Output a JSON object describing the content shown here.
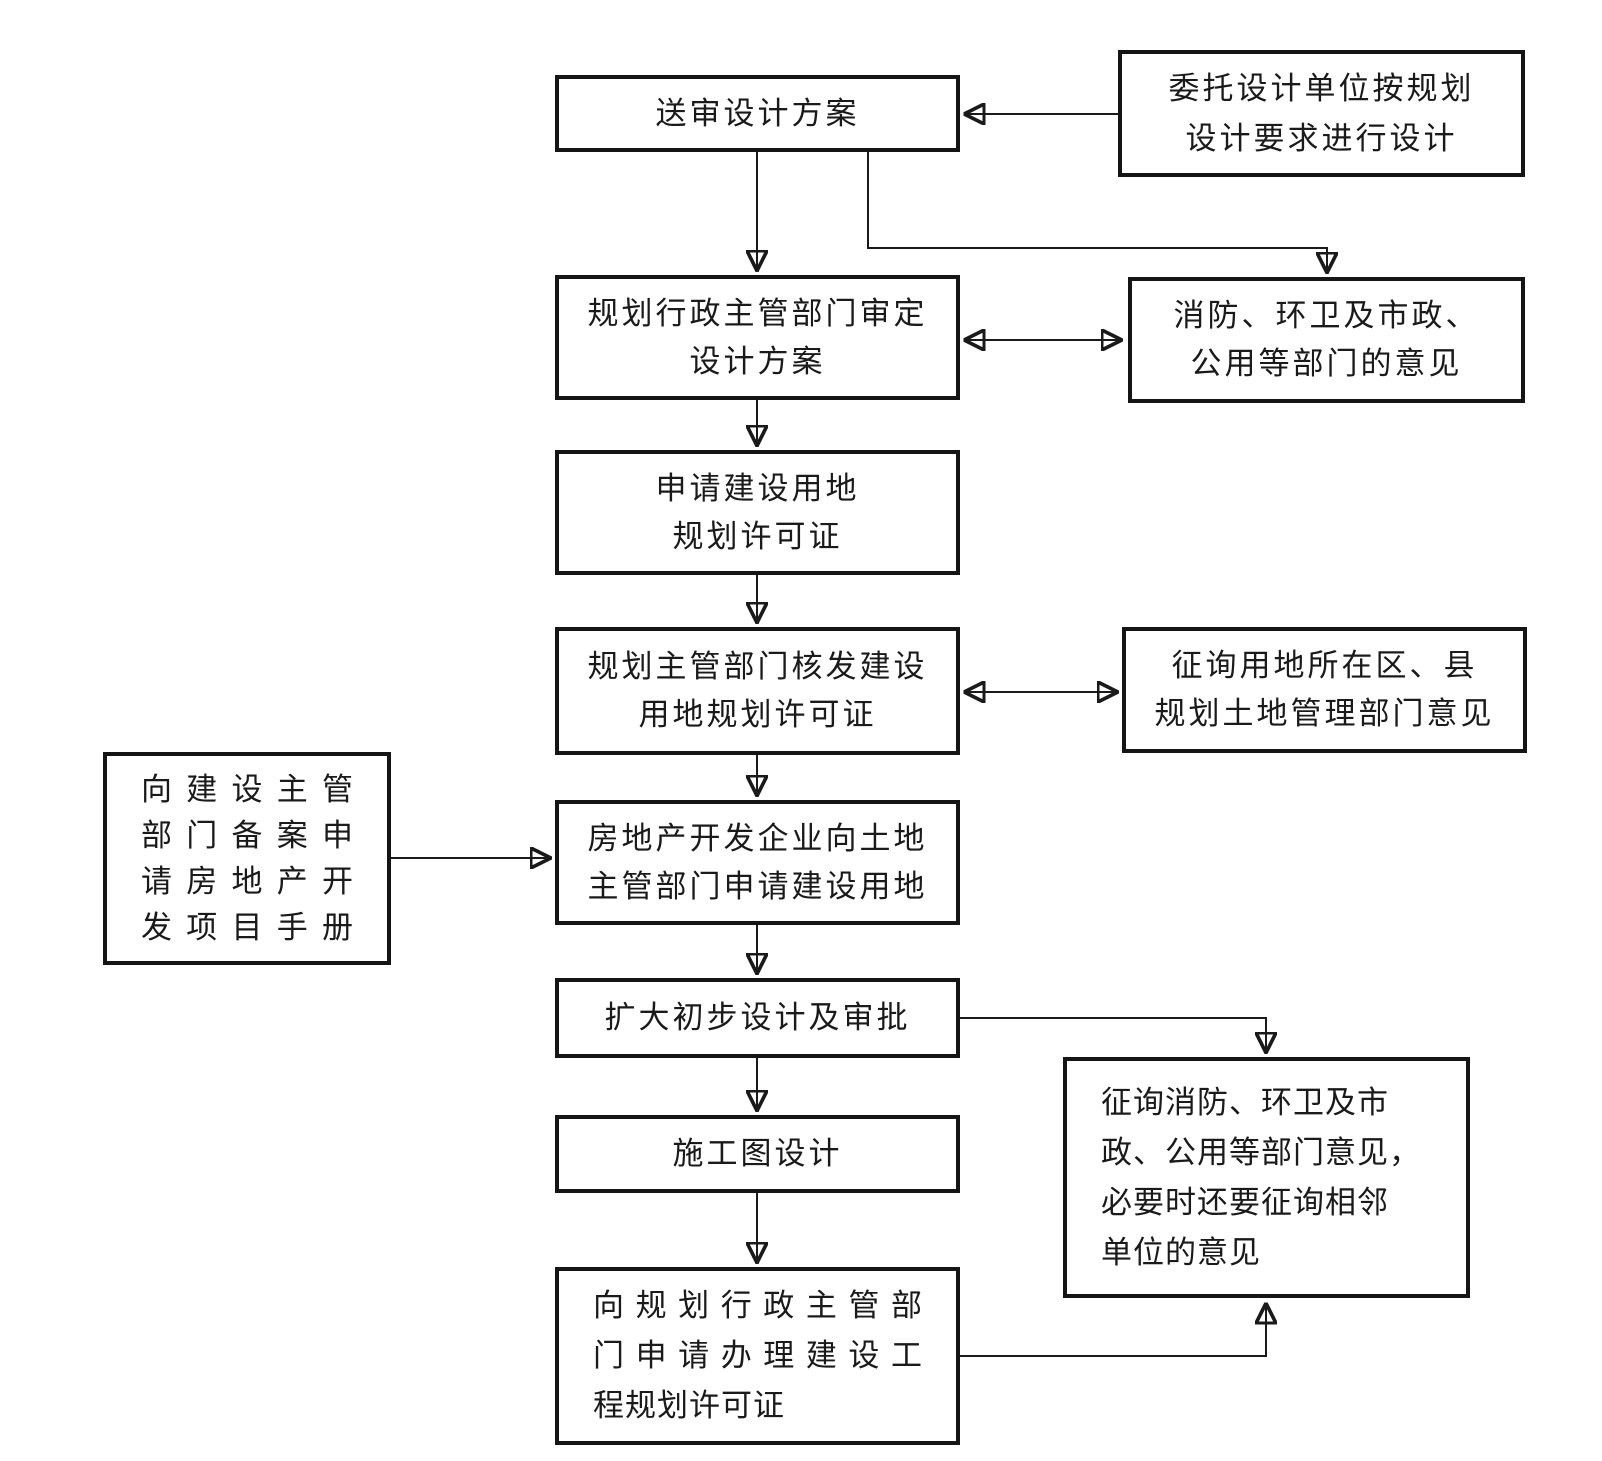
{
  "colors": {
    "line": "#1a1a1a",
    "background": "#ffffff",
    "box_border": "#151515"
  },
  "nodes": {
    "submit_design": {
      "lines": [
        "送审设计方案"
      ]
    },
    "commission_design": {
      "lines": [
        "委托设计单位按规划",
        "设计要求进行设计"
      ]
    },
    "planning_review": {
      "lines": [
        "规划行政主管部门审定",
        "设计方案"
      ]
    },
    "fire_sanitation_opinion": {
      "lines": [
        "消防、环卫及市政、",
        "公用等部门的意见"
      ]
    },
    "apply_land_permit": {
      "lines": [
        "申请建设用地",
        "规划许可证"
      ]
    },
    "issue_land_permit": {
      "lines": [
        "规划主管部门核发建设",
        "用地规划许可证"
      ]
    },
    "consult_district": {
      "lines": [
        "征询用地所在区、县",
        "规划土地管理部门意见"
      ]
    },
    "filing_manual": {
      "lines": [
        "向建设主管",
        "部门备案申",
        "请房地产开",
        "发项目手册"
      ]
    },
    "developer_apply_land": {
      "lines": [
        "房地产开发企业向土地",
        "主管部门申请建设用地"
      ]
    },
    "preliminary_design": {
      "lines": [
        "扩大初步设计及审批"
      ]
    },
    "construction_drawing": {
      "lines": [
        "施工图设计"
      ]
    },
    "consult_departments": {
      "lines": [
        "征询消防、环卫及市",
        "政、公用等部门意见，",
        "必要时还要征询相邻",
        "单位的意见"
      ]
    },
    "apply_construction_permit": {
      "lines": [
        "向规划行政主管部",
        "门申请办理建设工",
        "程规划许可证"
      ]
    }
  }
}
